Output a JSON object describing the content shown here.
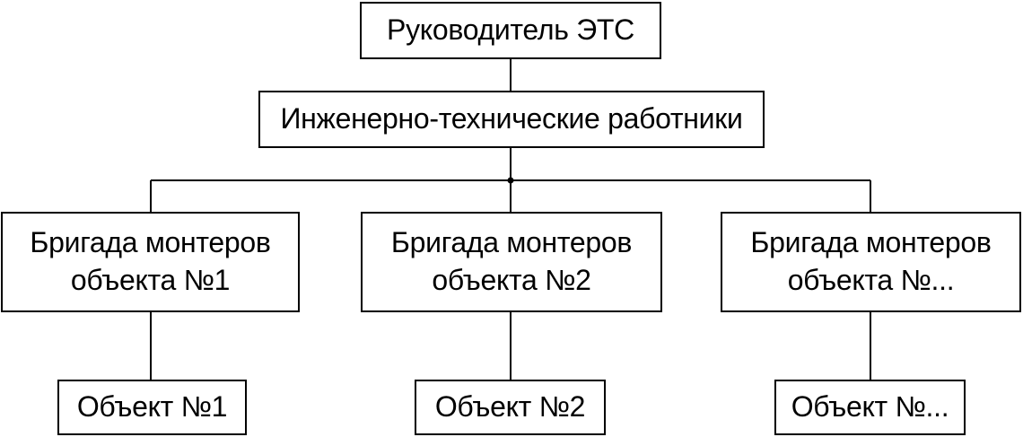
{
  "diagram": {
    "head": {
      "label": "Руководитель ЭТС"
    },
    "engineers": {
      "label": "Инженерно-технические работники"
    },
    "brigades": [
      {
        "line1": "Бригада монтеров",
        "line2": "объекта №1"
      },
      {
        "line1": "Бригада монтеров",
        "line2": "объекта №2"
      },
      {
        "line1": "Бригада монтеров",
        "line2": "объекта №..."
      }
    ],
    "objects": [
      {
        "label": "Объект №1"
      },
      {
        "label": "Объект №2"
      },
      {
        "label": "Объект №..."
      }
    ]
  }
}
